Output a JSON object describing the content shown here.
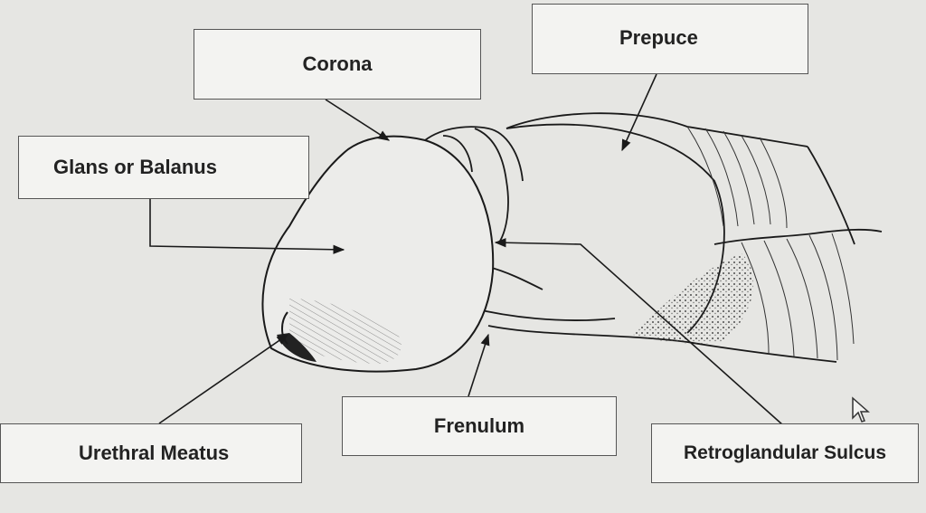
{
  "labels": {
    "corona": "Corona",
    "prepuce": "Prepuce",
    "glans": "Glans or Balanus",
    "urethral_meatus": "Urethral Meatus",
    "frenulum": "Frenulum",
    "retroglandular_sulcus": "Retroglandular Sulcus"
  },
  "colors": {
    "background": "#e6e6e3",
    "line": "#1a1a1a",
    "box_fill": "#f3f3f1"
  },
  "icons": {
    "cursor": "mouse-pointer-icon"
  }
}
